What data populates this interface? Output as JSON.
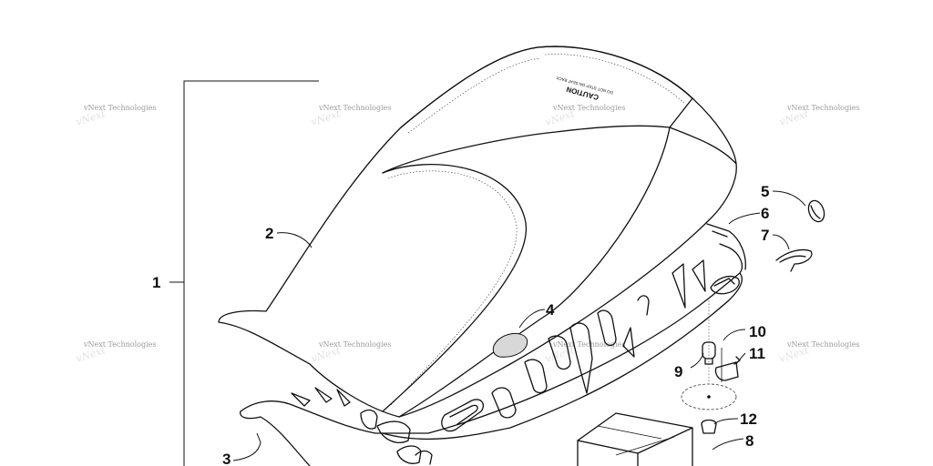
{
  "callouts": {
    "c1": "1",
    "c2": "2",
    "c3": "3",
    "c4": "4",
    "c5": "5",
    "c6": "6",
    "c7": "7",
    "c8": "8",
    "c9": "9",
    "c10": "10",
    "c11": "11",
    "c12": "12"
  },
  "watermark": "vNext Technologies",
  "seat_label": {
    "line1": "CAUTION",
    "line2": "DO NOT STEP ON SEAT BACK"
  },
  "colors": {
    "ink": "#111111",
    "watermark": "#9a9a9a",
    "background": "#ffffff"
  }
}
